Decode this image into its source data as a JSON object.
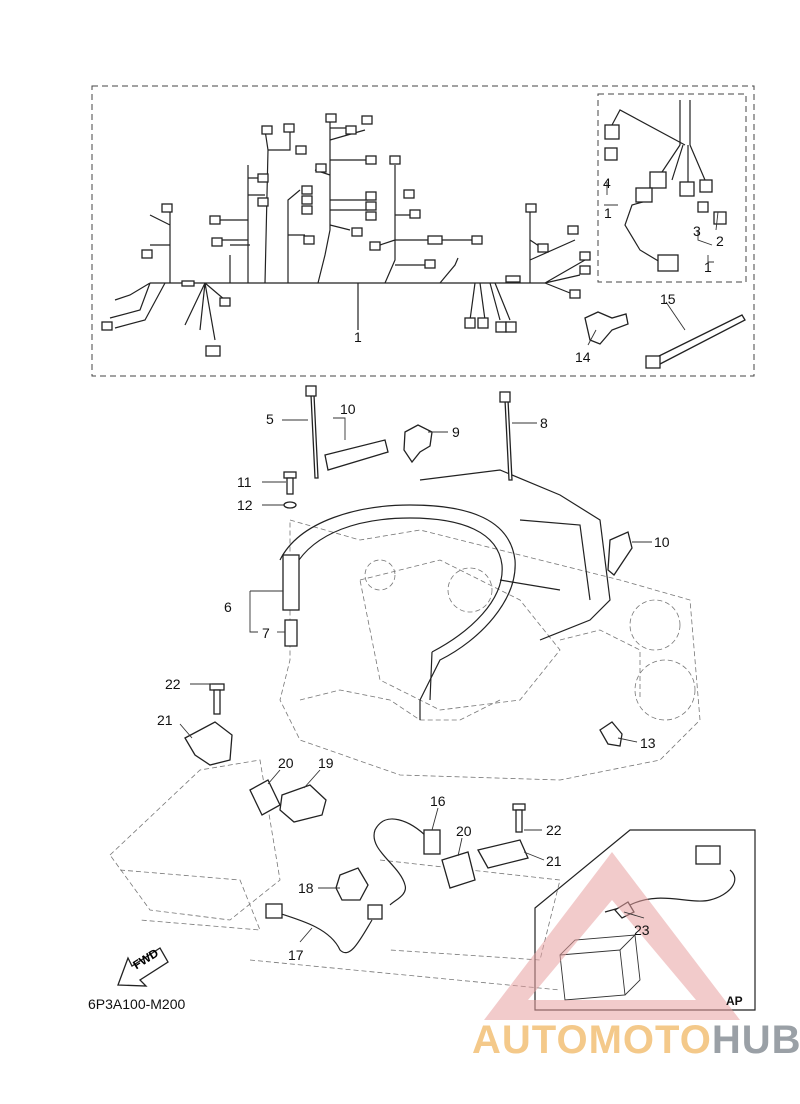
{
  "diagram": {
    "part_code": "6P3A100-M200",
    "fwd_label": "FWD",
    "inset_label": "AP",
    "watermark": {
      "part_a": "AUTOMOTO",
      "part_b": "HUB"
    },
    "callouts": [
      {
        "id": "c1a",
        "label": "1"
      },
      {
        "id": "c1b",
        "label": "1"
      },
      {
        "id": "c1c",
        "label": "1"
      },
      {
        "id": "c2",
        "label": "2"
      },
      {
        "id": "c3",
        "label": "3"
      },
      {
        "id": "c4",
        "label": "4"
      },
      {
        "id": "c5",
        "label": "5"
      },
      {
        "id": "c6",
        "label": "6"
      },
      {
        "id": "c7",
        "label": "7"
      },
      {
        "id": "c8",
        "label": "8"
      },
      {
        "id": "c9",
        "label": "9"
      },
      {
        "id": "c10a",
        "label": "10"
      },
      {
        "id": "c10b",
        "label": "10"
      },
      {
        "id": "c11",
        "label": "11"
      },
      {
        "id": "c12",
        "label": "12"
      },
      {
        "id": "c13",
        "label": "13"
      },
      {
        "id": "c14",
        "label": "14"
      },
      {
        "id": "c15",
        "label": "15"
      },
      {
        "id": "c16",
        "label": "16"
      },
      {
        "id": "c17",
        "label": "17"
      },
      {
        "id": "c18",
        "label": "18"
      },
      {
        "id": "c19",
        "label": "19"
      },
      {
        "id": "c20a",
        "label": "20"
      },
      {
        "id": "c20b",
        "label": "20"
      },
      {
        "id": "c21a",
        "label": "21"
      },
      {
        "id": "c21b",
        "label": "21"
      },
      {
        "id": "c22a",
        "label": "22"
      },
      {
        "id": "c22b",
        "label": "22"
      },
      {
        "id": "c23",
        "label": "23"
      }
    ]
  }
}
